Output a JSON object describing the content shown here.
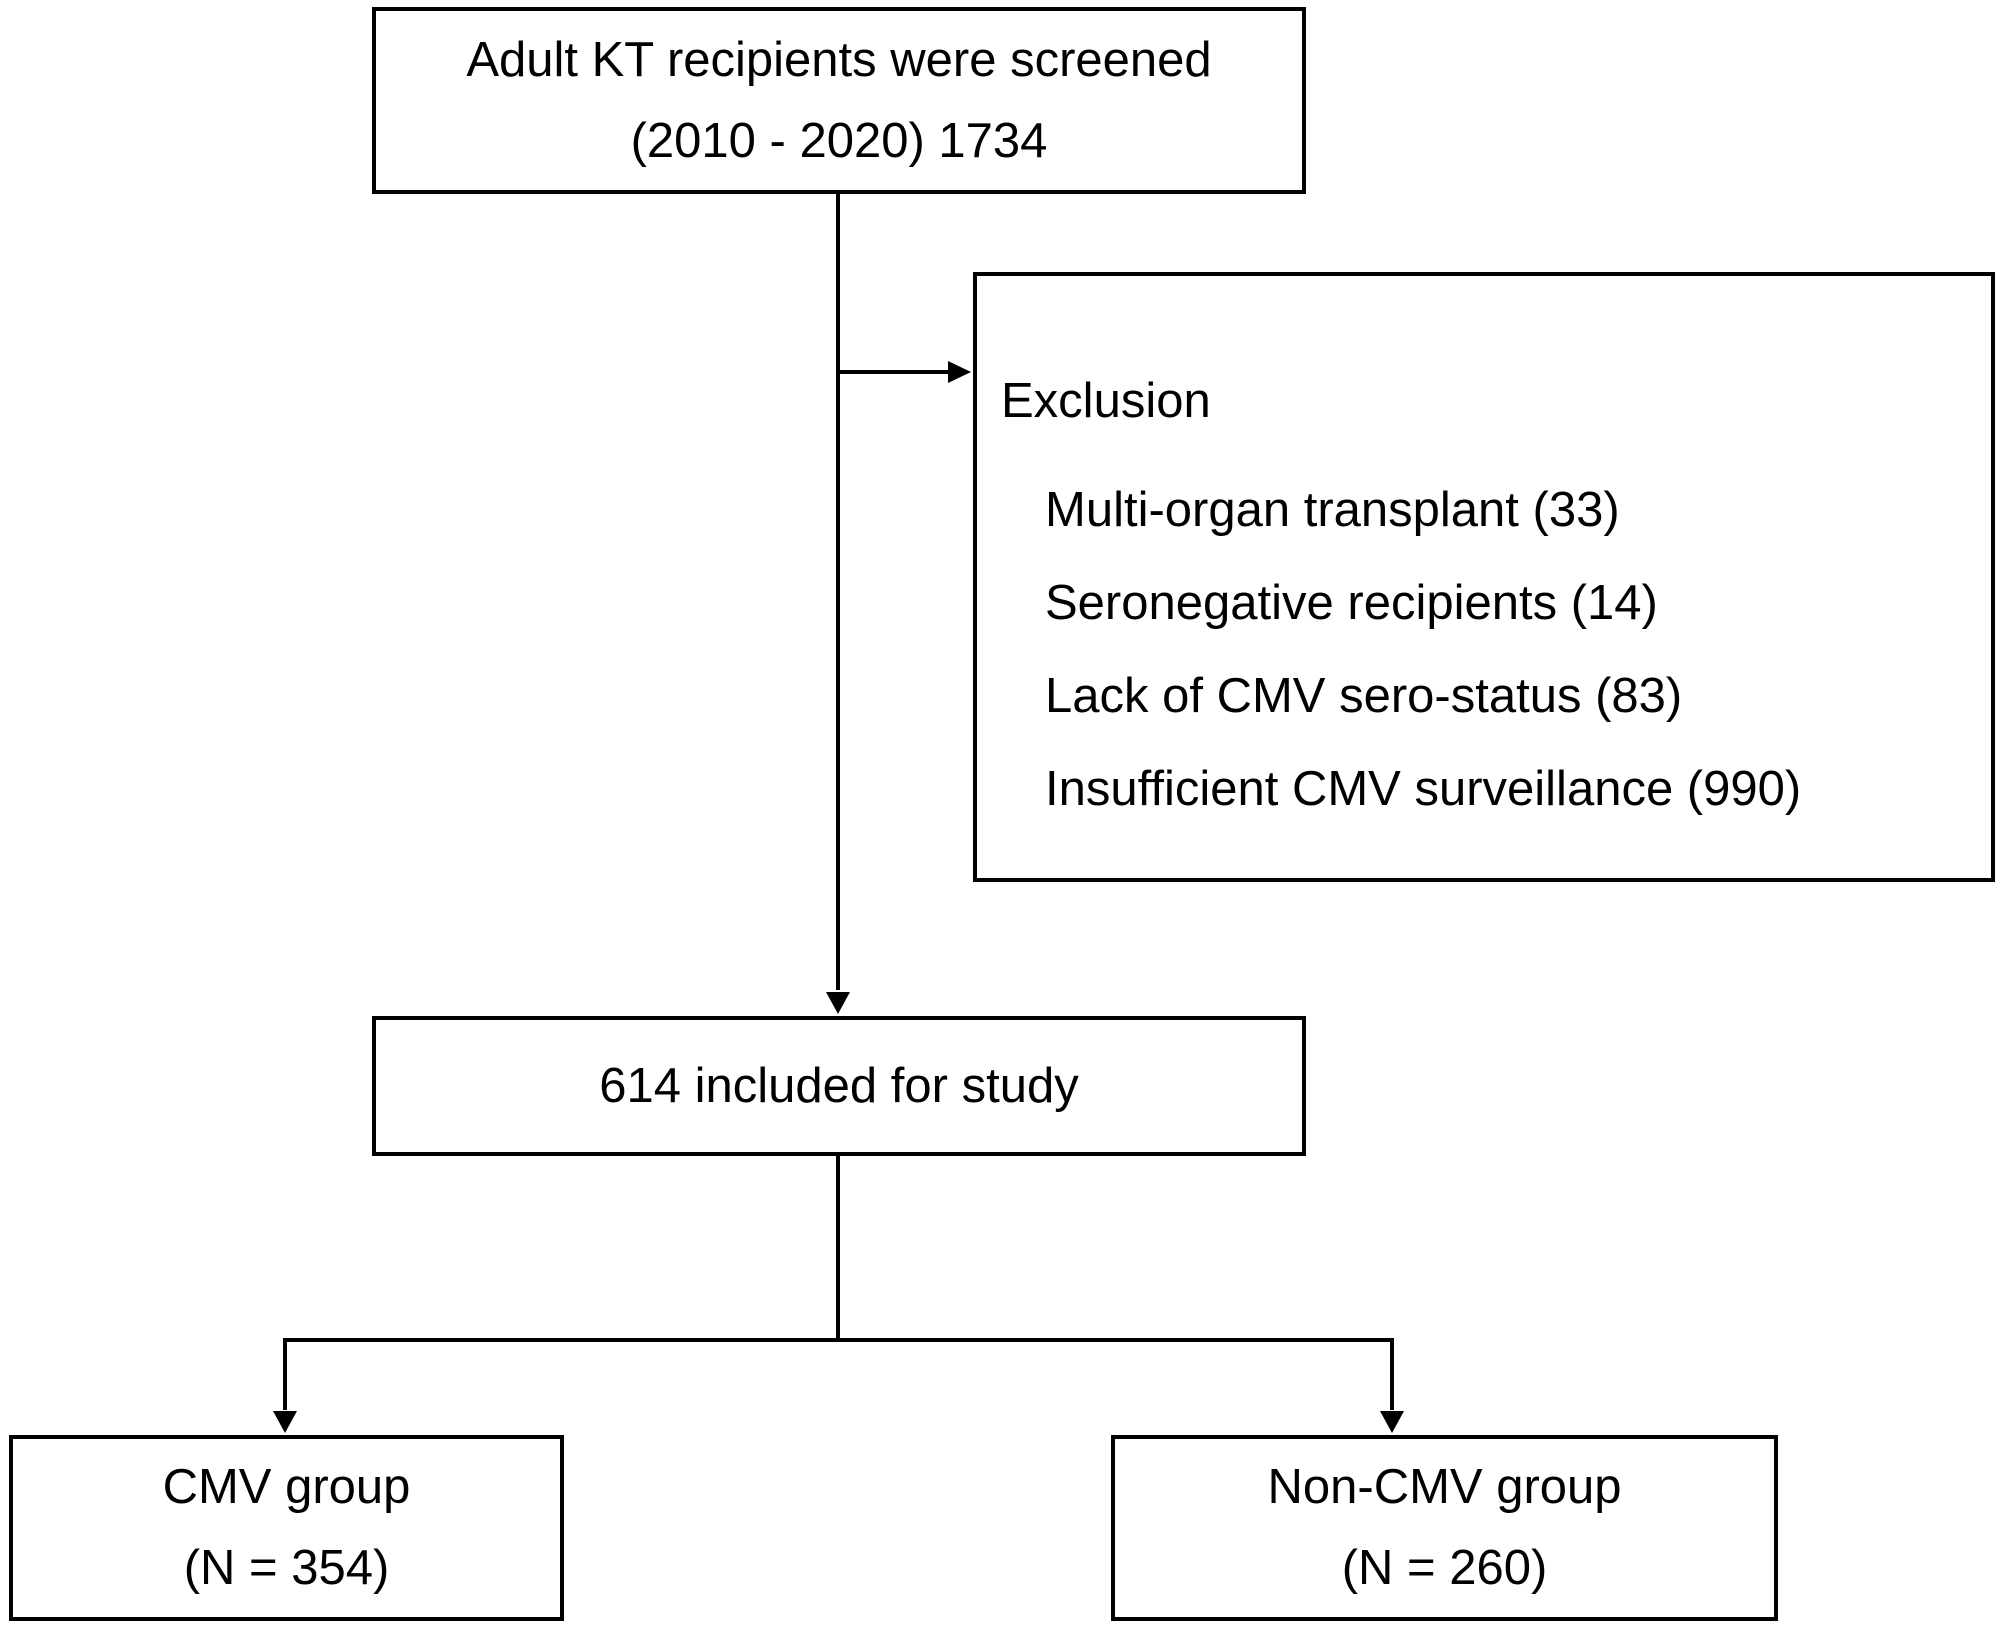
{
  "screening": {
    "line1": "Adult KT recipients were screened",
    "line2": "(2010 - 2020)  1734"
  },
  "exclusion": {
    "title": "Exclusion",
    "items": [
      "Multi-organ transplant (33)",
      "Seronegative recipients (14)",
      "Lack of CMV sero-status  (83)",
      "Insufficient CMV surveillance (990)"
    ]
  },
  "included": {
    "label": "614 included for study"
  },
  "groups": {
    "cmv": {
      "name": "CMV group",
      "count": "(N = 354)"
    },
    "non_cmv": {
      "name": "Non-CMV group",
      "count": "(N = 260)"
    }
  },
  "colors": {
    "stroke": "#000000",
    "background": "#ffffff"
  }
}
